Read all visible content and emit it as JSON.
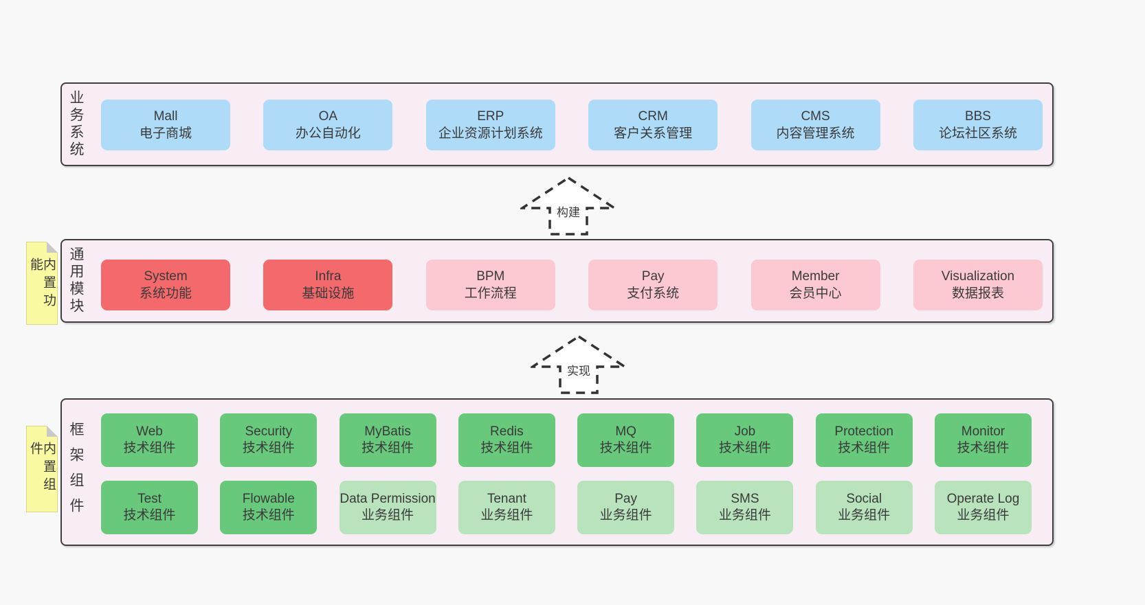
{
  "colors": {
    "page_bg": "#f8f8f8",
    "panel_bg": "#f8edf5",
    "panel_border": "#3f3f3f",
    "blue": "#aedcf8",
    "red": "#f4696c",
    "pink": "#fcc9d3",
    "green": "#68c87c",
    "light_green": "#b8e3bd",
    "sticky_yellow": "#fafaa2",
    "text": "#3a3a3a",
    "arrow_stroke": "#333333"
  },
  "business": {
    "label": "业务系统",
    "boxes": [
      {
        "title": "Mall",
        "subtitle": "电子商城"
      },
      {
        "title": "OA",
        "subtitle": "办公自动化"
      },
      {
        "title": "ERP",
        "subtitle": "企业资源计划系统"
      },
      {
        "title": "CRM",
        "subtitle": "客户关系管理"
      },
      {
        "title": "CMS",
        "subtitle": "内容管理系统"
      },
      {
        "title": "BBS",
        "subtitle": "论坛社区系统"
      }
    ]
  },
  "arrows": {
    "build": "构建",
    "implement": "实现"
  },
  "modules": {
    "label": "通用模块",
    "sticky": "内置功能",
    "boxes": [
      {
        "title": "System",
        "subtitle": "系统功能"
      },
      {
        "title": "Infra",
        "subtitle": "基础设施"
      },
      {
        "title": "BPM",
        "subtitle": "工作流程"
      },
      {
        "title": "Pay",
        "subtitle": "支付系统"
      },
      {
        "title": "Member",
        "subtitle": "会员中心"
      },
      {
        "title": "Visualization",
        "subtitle": "数据报表"
      }
    ]
  },
  "components": {
    "label": "框架组件",
    "sticky": "内置组件",
    "row1": [
      {
        "title": "Web",
        "subtitle": "技术组件"
      },
      {
        "title": "Security",
        "subtitle": "技术组件"
      },
      {
        "title": "MyBatis",
        "subtitle": "技术组件"
      },
      {
        "title": "Redis",
        "subtitle": "技术组件"
      },
      {
        "title": "MQ",
        "subtitle": "技术组件"
      },
      {
        "title": "Job",
        "subtitle": "技术组件"
      },
      {
        "title": "Protection",
        "subtitle": "技术组件"
      },
      {
        "title": "Monitor",
        "subtitle": "技术组件"
      }
    ],
    "row2": [
      {
        "title": "Test",
        "subtitle": "技术组件"
      },
      {
        "title": "Flowable",
        "subtitle": "技术组件"
      },
      {
        "title": "Data Permission",
        "subtitle": "业务组件"
      },
      {
        "title": "Tenant",
        "subtitle": "业务组件"
      },
      {
        "title": "Pay",
        "subtitle": "业务组件"
      },
      {
        "title": "SMS",
        "subtitle": "业务组件"
      },
      {
        "title": "Social",
        "subtitle": "业务组件"
      },
      {
        "title": "Operate Log",
        "subtitle": "业务组件"
      }
    ]
  }
}
